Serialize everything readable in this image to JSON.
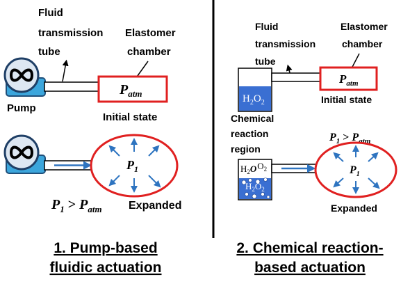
{
  "colors": {
    "chamber": "#e02020",
    "pump_base": "#3ca6dc",
    "pump_face": "#dde7f2",
    "arrow": "#2e74c0",
    "liquid": "#3a6fd2",
    "divider": "#000000"
  },
  "left": {
    "label_fluid": "Fluid",
    "label_transmission": "transmission",
    "label_tube": "tube",
    "label_elastomer": "Elastomer",
    "label_chamber": "chamber",
    "chamber_pressure_base": "P",
    "chamber_pressure_sub": "atm",
    "pump_label": "Pump",
    "initial_state": "Initial state",
    "balloon_pressure_base": "P",
    "balloon_pressure_sub": "1",
    "condition_lhs": "P",
    "condition_lhs_sub": "1",
    "condition_op": " > ",
    "condition_rhs": "P",
    "condition_rhs_sub": "atm",
    "expanded": "Expanded",
    "caption_line1": "1. Pump-based",
    "caption_line2": "fluidic actuation",
    "pump_icon": "infinity-icon"
  },
  "right": {
    "label_fluid": "Fluid",
    "label_transmission": "transmission",
    "label_tube": "tube",
    "label_elastomer": "Elastomer",
    "label_chamber": "chamber",
    "chamber_pressure_base": "P",
    "chamber_pressure_sub": "atm",
    "initial_state": "Initial state",
    "reservoir_chem_h": "H",
    "reservoir_chem_h_sub": "2",
    "reservoir_chem_o": "O",
    "reservoir_chem_o_sub": "2",
    "region_line1": "Chemical",
    "region_line2": "reaction",
    "region_line3": "region",
    "condition_lhs": "P",
    "condition_lhs_sub": "1",
    "condition_op": " > ",
    "condition_rhs": "P",
    "condition_rhs_sub": "atm",
    "reacted_h": "H",
    "reacted_h_sub": "2",
    "reacted_o": "O",
    "reacted_o2": "O",
    "reacted_o2_sub": "2",
    "balloon_pressure_base": "P",
    "balloon_pressure_sub": "1",
    "expanded": "Expanded",
    "caption_line1": "2. Chemical reaction-",
    "caption_line2": "based actuation"
  }
}
